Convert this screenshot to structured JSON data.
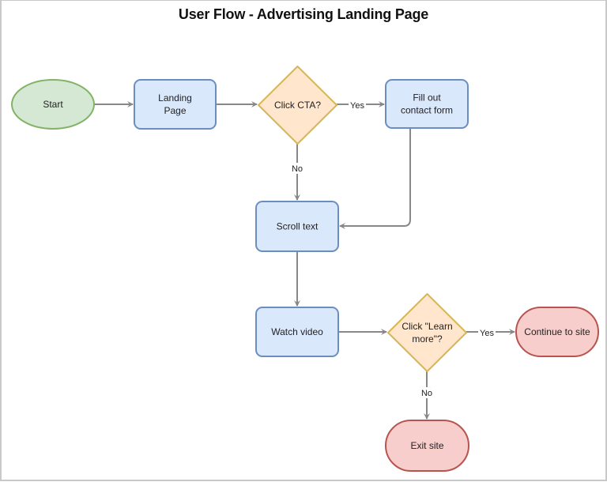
{
  "title": "User Flow - Advertising Landing Page",
  "colors": {
    "terminal_start_fill": "#d5e8d4",
    "terminal_start_stroke": "#82b366",
    "process_fill": "#dae8fc",
    "process_stroke": "#6c8ebf",
    "decision_fill": "#ffe6cc",
    "decision_stroke": "#d6b656",
    "terminal_end_fill": "#f8cecc",
    "terminal_end_stroke": "#b85450",
    "edge": "#888888"
  },
  "nodes": {
    "start": {
      "type": "terminal-start",
      "lines": [
        "Start"
      ]
    },
    "landing": {
      "type": "process",
      "lines": [
        "Landing",
        "Page"
      ]
    },
    "click_cta": {
      "type": "decision",
      "lines": [
        "Click CTA?"
      ]
    },
    "fill_form": {
      "type": "process",
      "lines": [
        "Fill out",
        "contact form"
      ]
    },
    "scroll": {
      "type": "process",
      "lines": [
        "Scroll text"
      ]
    },
    "watch": {
      "type": "process",
      "lines": [
        "Watch video"
      ]
    },
    "learn_more": {
      "type": "decision",
      "lines": [
        "Click \"Learn",
        "more\"?"
      ]
    },
    "continue": {
      "type": "terminal-end",
      "lines": [
        "Continue to site"
      ]
    },
    "exit": {
      "type": "terminal-end",
      "lines": [
        "Exit site"
      ]
    }
  },
  "edges": [
    {
      "from": "start",
      "to": "landing",
      "label": ""
    },
    {
      "from": "landing",
      "to": "click_cta",
      "label": ""
    },
    {
      "from": "click_cta",
      "to": "fill_form",
      "label": "Yes"
    },
    {
      "from": "click_cta",
      "to": "scroll",
      "label": "No"
    },
    {
      "from": "fill_form",
      "to": "scroll",
      "label": ""
    },
    {
      "from": "scroll",
      "to": "watch",
      "label": ""
    },
    {
      "from": "watch",
      "to": "learn_more",
      "label": ""
    },
    {
      "from": "learn_more",
      "to": "continue",
      "label": "Yes"
    },
    {
      "from": "learn_more",
      "to": "exit",
      "label": "No"
    }
  ]
}
